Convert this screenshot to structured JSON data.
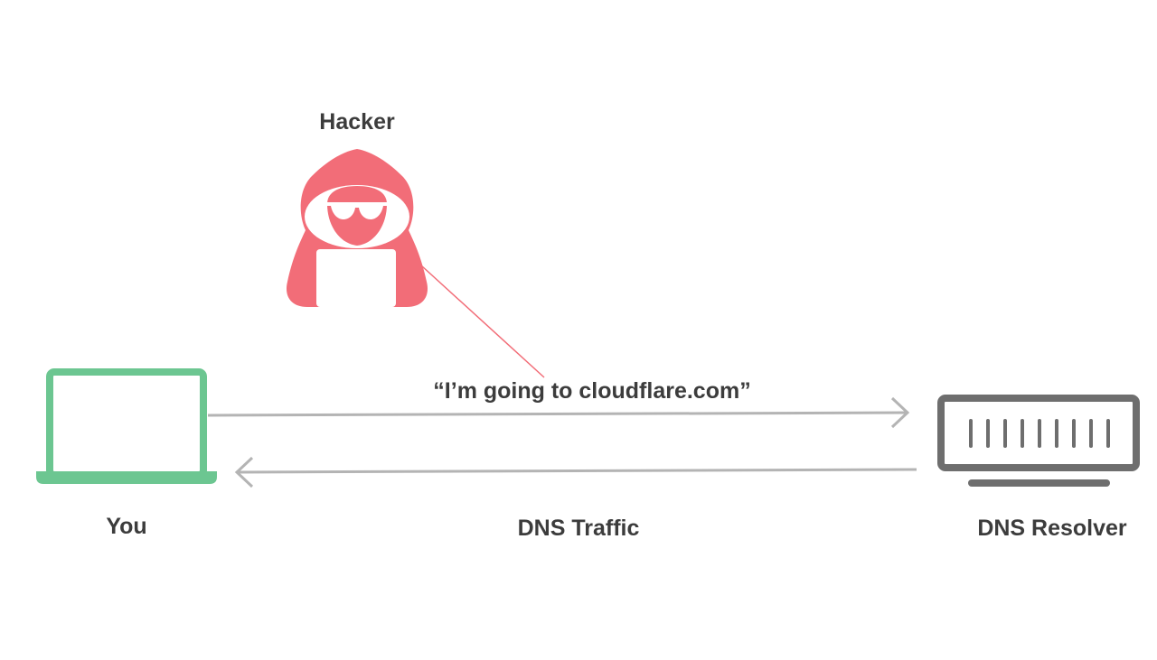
{
  "labels": {
    "hacker": "Hacker",
    "you": "You",
    "resolver": "DNS Resolver",
    "traffic": "DNS Traffic",
    "message": "“I’m going to cloudflare.com”"
  },
  "colors": {
    "hacker": "#f26d78",
    "laptop": "#6cc691",
    "resolver": "#6e6e6e",
    "arrow": "#b4b4b4",
    "text": "#3c3c3c"
  },
  "icons": {
    "hacker": "hooded-hacker-icon",
    "laptop": "laptop-icon",
    "resolver": "server-rack-icon"
  }
}
